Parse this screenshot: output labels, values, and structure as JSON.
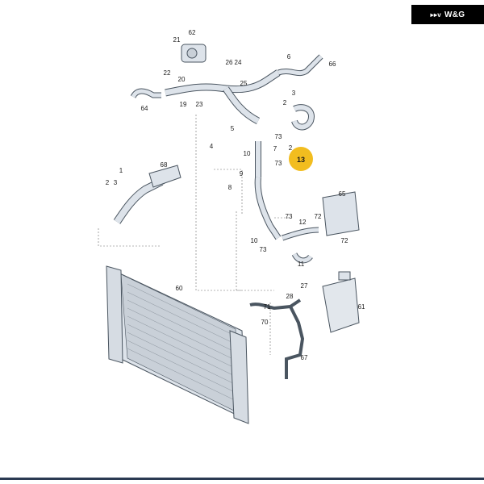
{
  "logo": {
    "text": "W&G",
    "mark": "▸▸v"
  },
  "highlight": {
    "label": "13",
    "color": "#f2bd1f"
  },
  "colors": {
    "part_fill": "#dde3ea",
    "part_stroke": "#4a5560",
    "leader": "#555555",
    "bottom_bar": "#2a3a52"
  },
  "callouts": [
    {
      "id": "62",
      "label": "62"
    },
    {
      "id": "21",
      "label": "21"
    },
    {
      "id": "26",
      "label": "26"
    },
    {
      "id": "24",
      "label": "24"
    },
    {
      "id": "25",
      "label": "25"
    },
    {
      "id": "6",
      "label": "6"
    },
    {
      "id": "66",
      "label": "66"
    },
    {
      "id": "22",
      "label": "22"
    },
    {
      "id": "20",
      "label": "20"
    },
    {
      "id": "19",
      "label": "19"
    },
    {
      "id": "23",
      "label": "23"
    },
    {
      "id": "64",
      "label": "64"
    },
    {
      "id": "3",
      "label": "3"
    },
    {
      "id": "2a",
      "label": "2"
    },
    {
      "id": "5",
      "label": "5"
    },
    {
      "id": "4",
      "label": "4"
    },
    {
      "id": "73a",
      "label": "73"
    },
    {
      "id": "7",
      "label": "7"
    },
    {
      "id": "2b",
      "label": "2"
    },
    {
      "id": "10a",
      "label": "10"
    },
    {
      "id": "9",
      "label": "9"
    },
    {
      "id": "73b",
      "label": "73"
    },
    {
      "id": "8",
      "label": "8"
    },
    {
      "id": "68",
      "label": "68"
    },
    {
      "id": "1",
      "label": "1"
    },
    {
      "id": "2c",
      "label": "2"
    },
    {
      "id": "3b",
      "label": "3"
    },
    {
      "id": "65",
      "label": "65"
    },
    {
      "id": "73c",
      "label": "73"
    },
    {
      "id": "72a",
      "label": "72"
    },
    {
      "id": "12",
      "label": "12"
    },
    {
      "id": "72b",
      "label": "72"
    },
    {
      "id": "10b",
      "label": "10"
    },
    {
      "id": "73d",
      "label": "73"
    },
    {
      "id": "11",
      "label": "11"
    },
    {
      "id": "60",
      "label": "60"
    },
    {
      "id": "27",
      "label": "27"
    },
    {
      "id": "28",
      "label": "28"
    },
    {
      "id": "71",
      "label": "71"
    },
    {
      "id": "70",
      "label": "70"
    },
    {
      "id": "61",
      "label": "61"
    },
    {
      "id": "67",
      "label": "67"
    }
  ]
}
